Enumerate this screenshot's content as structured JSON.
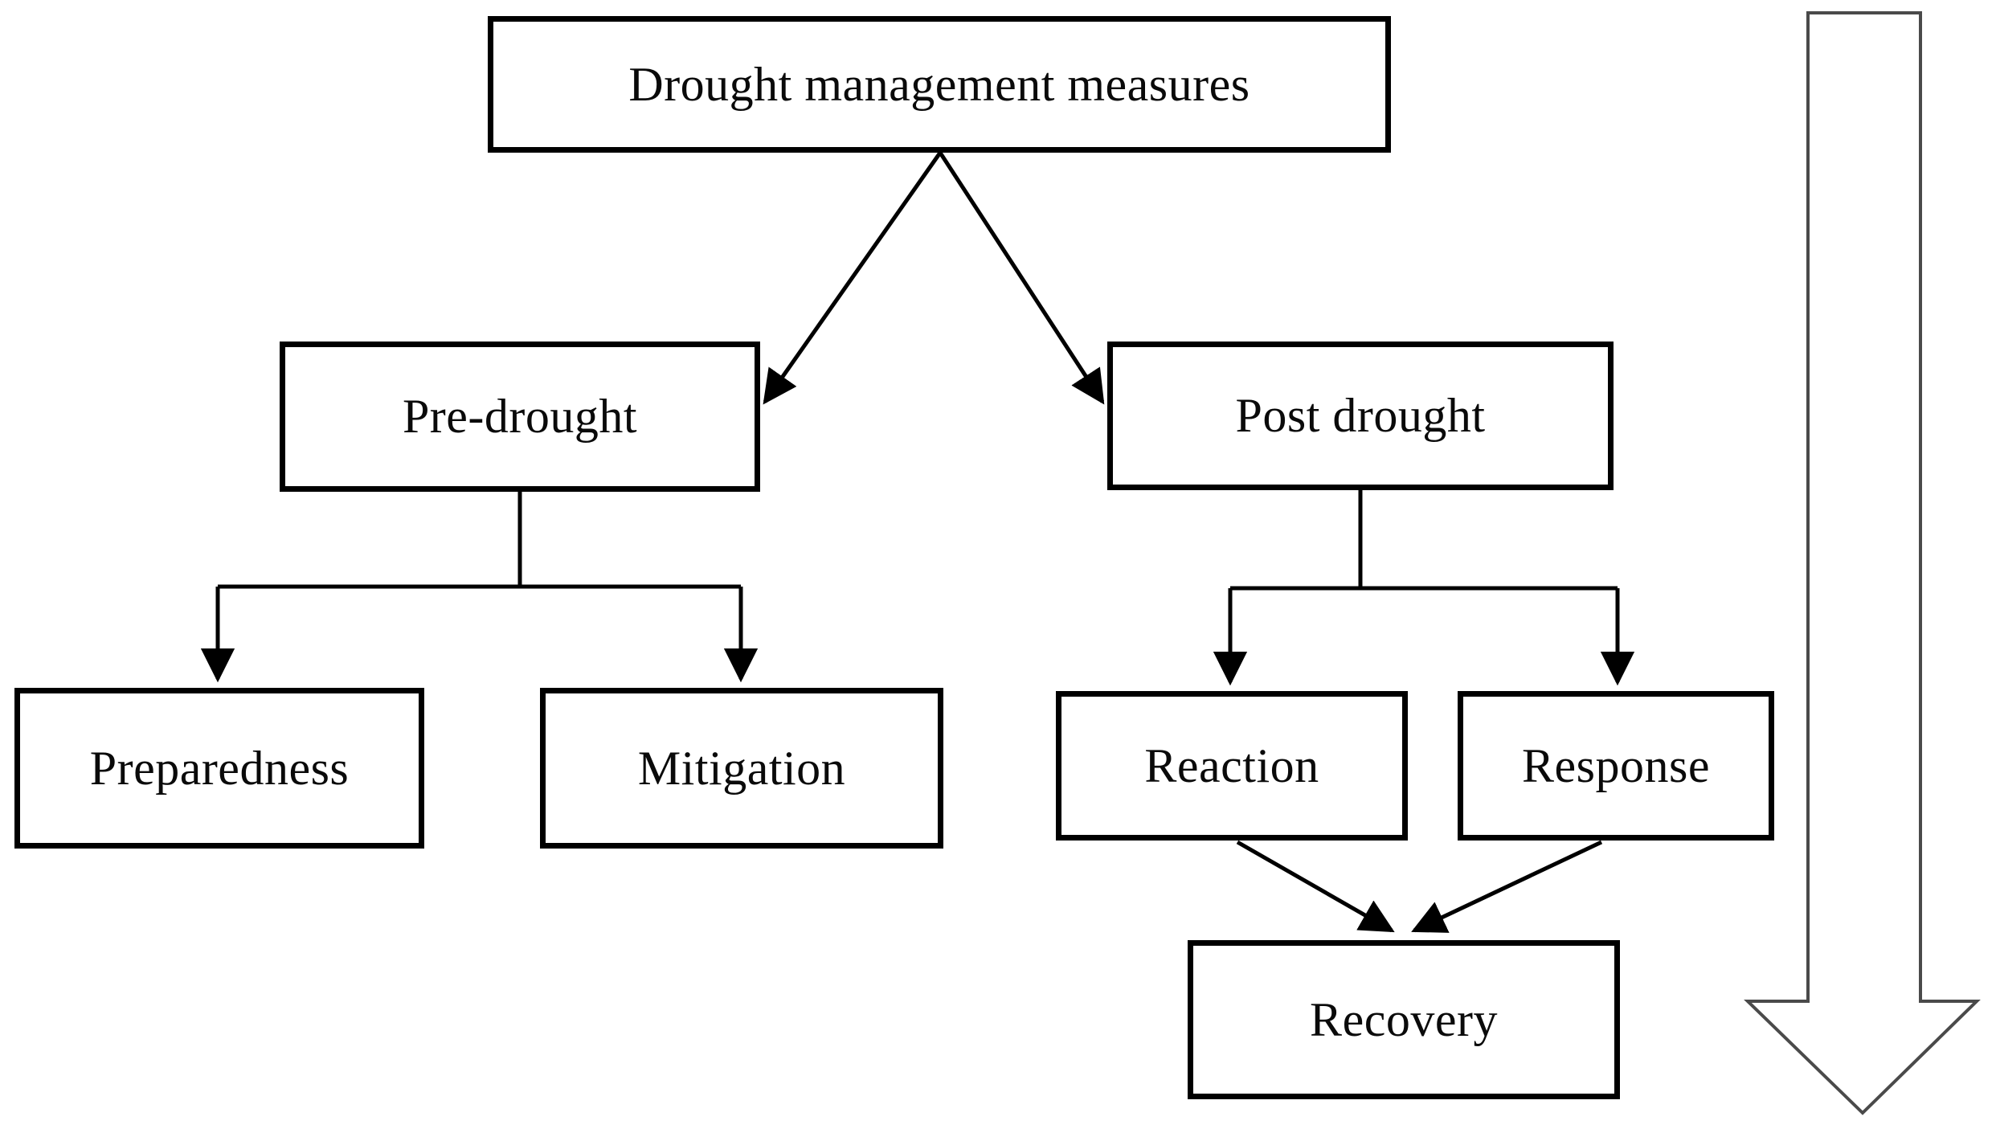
{
  "diagram": {
    "type": "flowchart",
    "background_color": "#ffffff",
    "box_border_color": "#000000",
    "connector_color": "#000000",
    "side_arrow_outline_color": "#4a4a4a",
    "nodes": {
      "root": {
        "label": "Drought management measures"
      },
      "pre": {
        "label": "Pre-drought"
      },
      "post": {
        "label": "Post drought"
      },
      "preparedness": {
        "label": "Preparedness"
      },
      "mitigation": {
        "label": "Mitigation"
      },
      "reaction": {
        "label": "Reaction"
      },
      "response": {
        "label": "Response"
      },
      "recovery": {
        "label": "Recovery"
      }
    },
    "edges": [
      {
        "from": "Drought management measures",
        "to": "Pre-drought"
      },
      {
        "from": "Drought management measures",
        "to": "Post drought"
      },
      {
        "from": "Pre-drought",
        "to": "Preparedness"
      },
      {
        "from": "Pre-drought",
        "to": "Mitigation"
      },
      {
        "from": "Post drought",
        "to": "Reaction"
      },
      {
        "from": "Post drought",
        "to": "Response"
      },
      {
        "from": "Reaction",
        "to": "Recovery"
      },
      {
        "from": "Response",
        "to": "Recovery"
      }
    ],
    "side_arrow": {
      "direction": "down"
    }
  }
}
